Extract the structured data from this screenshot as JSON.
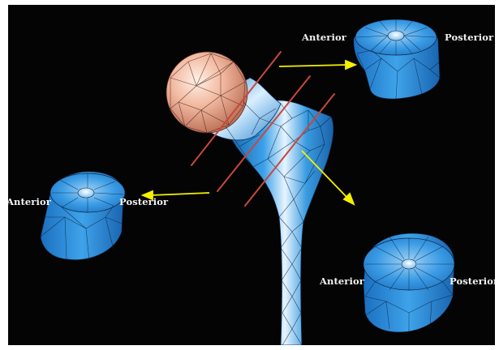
{
  "figure": {
    "labels": {
      "top_right": {
        "anterior": "Anterior",
        "posterior": "Posterior"
      },
      "left": {
        "anterior": "Anterior",
        "posterior": "Posterior"
      },
      "bottom_right": {
        "anterior": "Anterior",
        "posterior": "Posterior"
      }
    },
    "colors": {
      "background": "#040404",
      "bone_blue": "#2a8fd8",
      "bone_highlight": "#cfe9fb",
      "femoral_head": "#f0b59a",
      "cut_lines": "#c8483c",
      "arrows": "#f4f000",
      "mesh": "#0a1f3a"
    }
  }
}
